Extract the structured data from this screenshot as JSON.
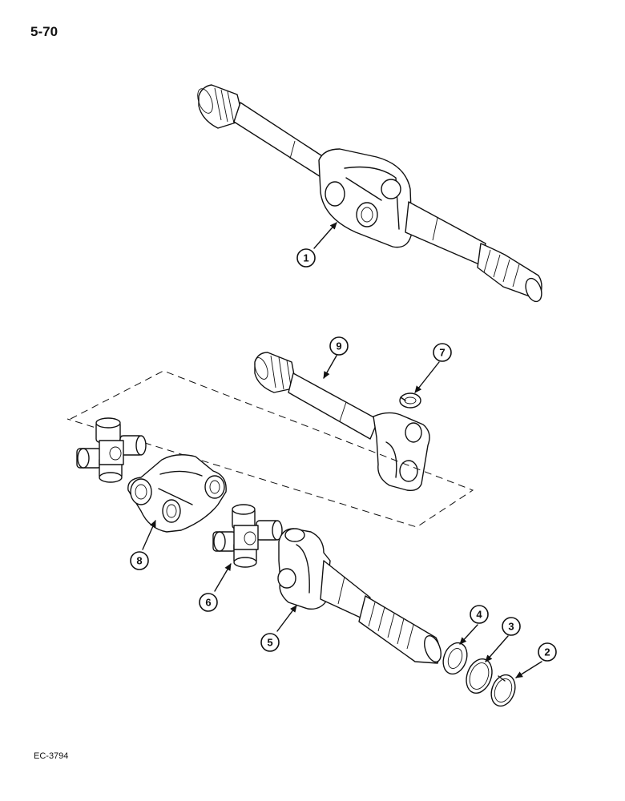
{
  "page_number": "5-70",
  "figure_code": "EC-3794",
  "callouts": [
    {
      "label": "1"
    },
    {
      "label": "9"
    },
    {
      "label": "7"
    },
    {
      "label": "8"
    },
    {
      "label": "6"
    },
    {
      "label": "5"
    },
    {
      "label": "4"
    },
    {
      "label": "3"
    },
    {
      "label": "2"
    }
  ]
}
